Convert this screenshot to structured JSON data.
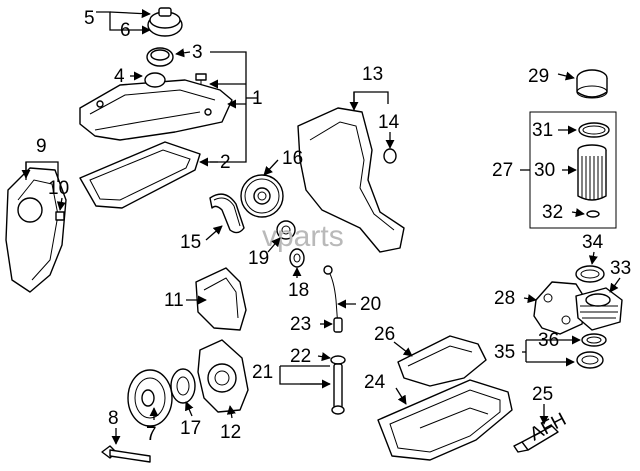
{
  "watermark": "vparts",
  "tube_label": "AFH",
  "callouts": [
    "1",
    "2",
    "3",
    "4",
    "5",
    "6",
    "7",
    "8",
    "9",
    "10",
    "11",
    "12",
    "13",
    "14",
    "15",
    "16",
    "17",
    "18",
    "19",
    "20",
    "21",
    "22",
    "23",
    "24",
    "25",
    "26",
    "27",
    "28",
    "29",
    "30",
    "31",
    "32",
    "33",
    "34",
    "35",
    "36"
  ]
}
